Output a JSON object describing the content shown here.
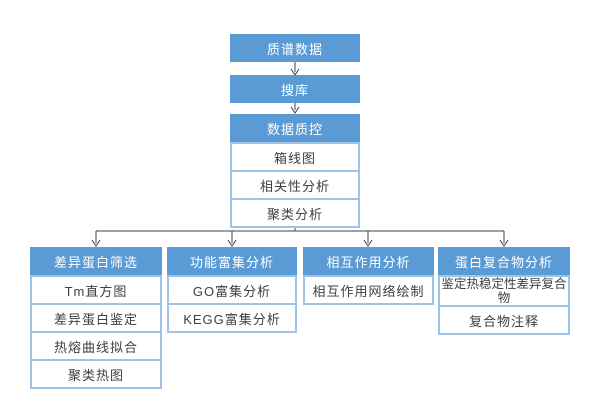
{
  "colors": {
    "background": "#ffffff",
    "header_fill": "#5B9BD5",
    "header_text": "#ffffff",
    "box_border": "#9DC3E6",
    "box_text": "#3F3F3F",
    "connector": "#404040"
  },
  "flow": {
    "top_chain": [
      {
        "label": "质谱数据"
      },
      {
        "label": "搜库"
      },
      {
        "label": "数据质控"
      }
    ],
    "qc_items": [
      "箱线图",
      "相关性分析",
      "聚类分析"
    ],
    "branches": [
      {
        "header": "差异蛋白筛选",
        "items": [
          "Tm直方图",
          "差异蛋白鉴定",
          "热熔曲线拟合",
          "聚类热图"
        ]
      },
      {
        "header": "功能富集分析",
        "items": [
          "GO富集分析",
          "KEGG富集分析"
        ]
      },
      {
        "header": "相互作用分析",
        "items": [
          "相互作用网络绘制"
        ]
      },
      {
        "header": "蛋白复合物分析",
        "items": [
          "鉴定热稳定性差异复合物",
          "复合物注释"
        ]
      }
    ]
  }
}
